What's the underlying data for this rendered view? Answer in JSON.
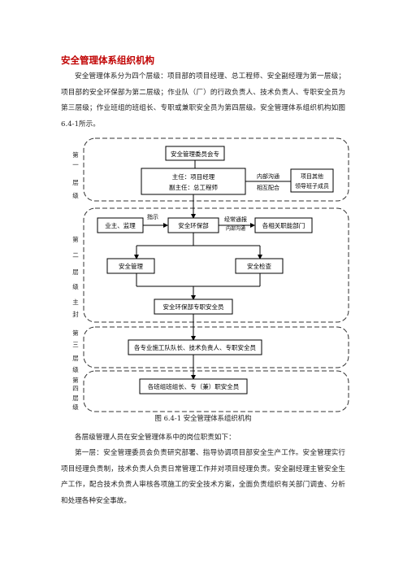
{
  "doc": {
    "title": "安全管理体系组织机构",
    "intro": "安全管理体系分为四个层级：项目部的项目经理、总工程师、安全副经理为第一层级；项目部的安全环保部为第二层级；作业队（厂）的行政负责人、技术负责人、专职安全员为第三层级；作业班组的班组长、专职或兼职安全员为第四层级。安全管理体系组织机构如图6.4-1所示。",
    "caption": "图 6.4-1     安全管理体系组织机构",
    "para2": "各层级管理人员在安全管理体系中的岗位职责如下：",
    "para3": "第一层：安全管理委员会负责研究部署、指导协调项目部安全生产工作。安全管理实行项目经理负责制，技术负责人负责日常管理工作并对项目经理负责。安全副经理主管安全生产工作，配合技术负责人审核各项施工的安全技术方案，全面负责组织有关部门调查、分析和处理各种安全事故。"
  },
  "diagram": {
    "layer1_label": [
      "第",
      "一",
      "层",
      "级"
    ],
    "layer2_label": [
      "第",
      "二",
      "层",
      "级",
      "主",
      "封"
    ],
    "layer3_label": [
      "第",
      "三",
      "层",
      "级"
    ],
    "layer4_label": [
      "第",
      "四",
      "层",
      "级"
    ],
    "committee": "安全管理委员会专",
    "director": "主任：项目经理",
    "deputy": "副主任：总工程师",
    "internal_comm": "内部沟通",
    "mutual_coop": "相互配合",
    "other_leaders": [
      "项目其他",
      "领导班子成员"
    ],
    "owner_supervisor": "业主、监理",
    "instruction": "指示",
    "safety_dept": "安全环保部",
    "info_exchange": "经常通报",
    "internal_comm2": "内部沟通",
    "related_depts": "各相关职能部门",
    "safety_mgmt": "安全管理",
    "safety_check": "安全检查",
    "dept_officer": "安全环保部专职安全员",
    "team_leaders": "各专业施工队队长、技术负责人、专职安全员",
    "group_leaders": "各班组班组长、专（兼）职安全员"
  }
}
